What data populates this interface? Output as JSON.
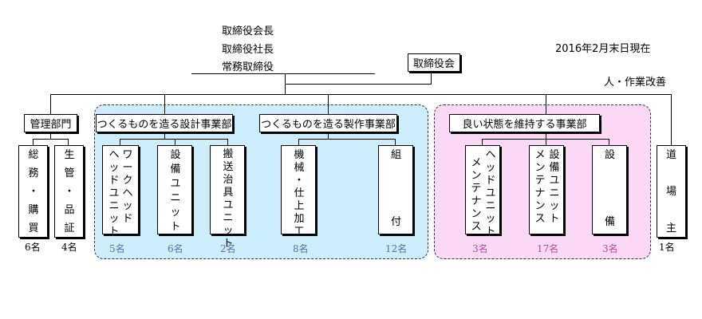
{
  "header": {
    "exec1": "取締役会長",
    "exec2": "取締役社長",
    "exec3": "常務取締役",
    "board": "取締役会",
    "date": "2016年2月末日現在",
    "improvement": "人・作業改善"
  },
  "management": {
    "label": "管理部門",
    "units": [
      {
        "chars": [
          "総",
          "務",
          "・",
          "購",
          "買"
        ],
        "count": "6名"
      },
      {
        "chars": [
          "生",
          "管",
          "・",
          "品",
          "証"
        ],
        "count": "4名"
      }
    ]
  },
  "design": {
    "label": "つくるものを造る設計事業部",
    "units": [
      {
        "col1": [
          "ワ",
          "ー",
          "ク",
          "ヘ",
          "ッ",
          "ド"
        ],
        "col2": [
          "ヘ",
          "ッ",
          "ド",
          "ユ",
          "ニ",
          "ッ",
          "ト"
        ],
        "count": "5名"
      },
      {
        "col1": [
          "設",
          "備",
          "ユ",
          "ニ",
          "ッ",
          "ト"
        ],
        "count": "6名"
      },
      {
        "col1": [
          "搬",
          "送",
          "治",
          "具",
          "ユ",
          "ニ",
          "ッ",
          "ト"
        ],
        "count": "2名"
      }
    ]
  },
  "manufacturing": {
    "label": "つくるものを造る製作事業部",
    "units": [
      {
        "chars": [
          "機",
          "械",
          "・",
          "仕",
          "上",
          "加",
          "工"
        ],
        "count": "8名"
      },
      {
        "top": "組",
        "bottom": "付",
        "count": "12名"
      }
    ]
  },
  "maintenance": {
    "label": "良い状態を維持する事業部",
    "units": [
      {
        "col1": [
          "ヘ",
          "ッ",
          "ド",
          "ユ",
          "ニ",
          "ッ",
          "ト"
        ],
        "col2": [
          "メ",
          "ン",
          "テ",
          "ナ",
          "ン",
          "ス"
        ],
        "count": "3名"
      },
      {
        "col1": [
          "設",
          "備",
          "ユ",
          "ニ",
          "ッ",
          "ト"
        ],
        "col2": [
          "メ",
          "ン",
          "テ",
          "ナ",
          "ン",
          "ス"
        ],
        "count": "17名"
      },
      {
        "top": "設",
        "bottom": "備",
        "count": "3名"
      }
    ]
  },
  "dojo": {
    "chars": [
      "道",
      "場",
      "主"
    ],
    "count": "1名"
  },
  "colors": {
    "blue_region": "#cdeefd",
    "pink_region": "#fcd9f7",
    "blue_count": "#5a6ea0",
    "pink_count": "#b04a9c"
  }
}
